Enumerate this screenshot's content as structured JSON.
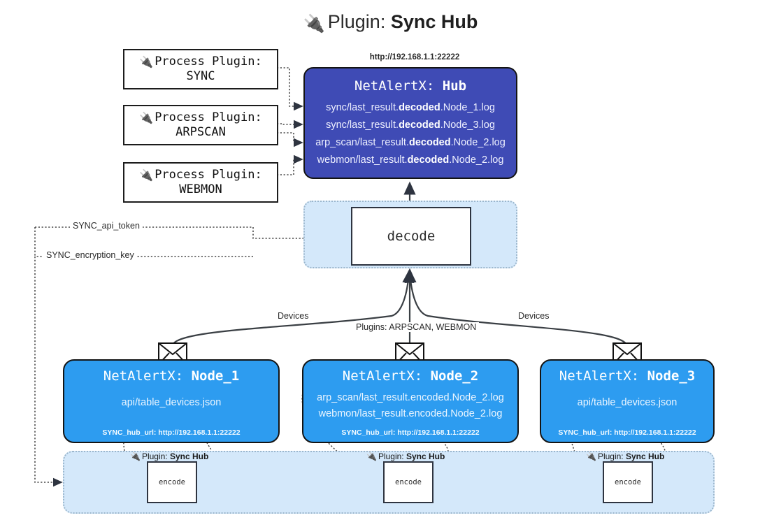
{
  "title": {
    "icon": "plug-icon",
    "prefix": "Plugin:",
    "name": "Sync Hub"
  },
  "process_plugins": [
    {
      "line1": "Process Plugin:",
      "line2": "SYNC",
      "icon": "plug-icon"
    },
    {
      "line1": "Process Plugin:",
      "line2": "ARPSCAN",
      "icon": "plug-icon"
    },
    {
      "line1": "Process Plugin:",
      "line2": "WEBMON",
      "icon": "plug-icon"
    }
  ],
  "hub": {
    "url": "http://192.168.1.1:22222",
    "title_prefix": "NetAlertX:",
    "title_name": "Hub",
    "logs": [
      {
        "pre": "sync/last_result.",
        "mid": "decoded",
        "post": ".Node_1.log"
      },
      {
        "pre": "sync/last_result.",
        "mid": "decoded",
        "post": ".Node_3.log"
      },
      {
        "pre": "arp_scan/last_result.",
        "mid": "decoded",
        "post": ".Node_2.log"
      },
      {
        "pre": "webmon/last_result.",
        "mid": "decoded",
        "post": ".Node_2.log"
      }
    ]
  },
  "decode": {
    "label": "decode"
  },
  "settings": [
    {
      "label": "SYNC_api_token"
    },
    {
      "label": "SYNC_encryption_key"
    }
  ],
  "edge_labels": {
    "left": "Devices",
    "center": "Plugins: ARPSCAN, WEBMON",
    "right": "Devices"
  },
  "nodes": [
    {
      "title_prefix": "NetAlertX:",
      "title_name": "Node_1",
      "rows": [
        {
          "pre": "api/table_devices.json",
          "mid": "",
          "post": ""
        }
      ],
      "footer": "SYNC_hub_url: http://192.168.1.1:22222",
      "icon": "envelope-icon"
    },
    {
      "title_prefix": "NetAlertX:",
      "title_name": "Node_2",
      "rows": [
        {
          "pre": "arp_scan/last_result.encoded.Node_2.log",
          "mid": "",
          "post": ""
        },
        {
          "pre": "webmon/last_result.encoded.Node_2.log",
          "mid": "",
          "post": ""
        }
      ],
      "footer": "SYNC_hub_url: http://192.168.1.1:22222",
      "icon": "envelope-icon"
    },
    {
      "title_prefix": "NetAlertX:",
      "title_name": "Node_3",
      "rows": [
        {
          "pre": "api/table_devices.json",
          "mid": "",
          "post": ""
        }
      ],
      "footer": "SYNC_hub_url: http://192.168.1.1:22222",
      "icon": "envelope-icon"
    }
  ],
  "band": {
    "plugins": [
      {
        "prefix": "Plugin:",
        "name": "Sync Hub",
        "encode": "encode",
        "icon": "plug-icon"
      },
      {
        "prefix": "Plugin:",
        "name": "Sync Hub",
        "encode": "encode",
        "icon": "plug-icon"
      },
      {
        "prefix": "Plugin:",
        "name": "Sync Hub",
        "encode": "encode",
        "icon": "plug-icon"
      }
    ]
  },
  "colors": {
    "hub_blue": "#3f4bb5",
    "node_blue": "#2d9cf0",
    "container_blue": "#d4e8fa",
    "container_border": "#9bb6cc",
    "line": "#3a3f44"
  }
}
